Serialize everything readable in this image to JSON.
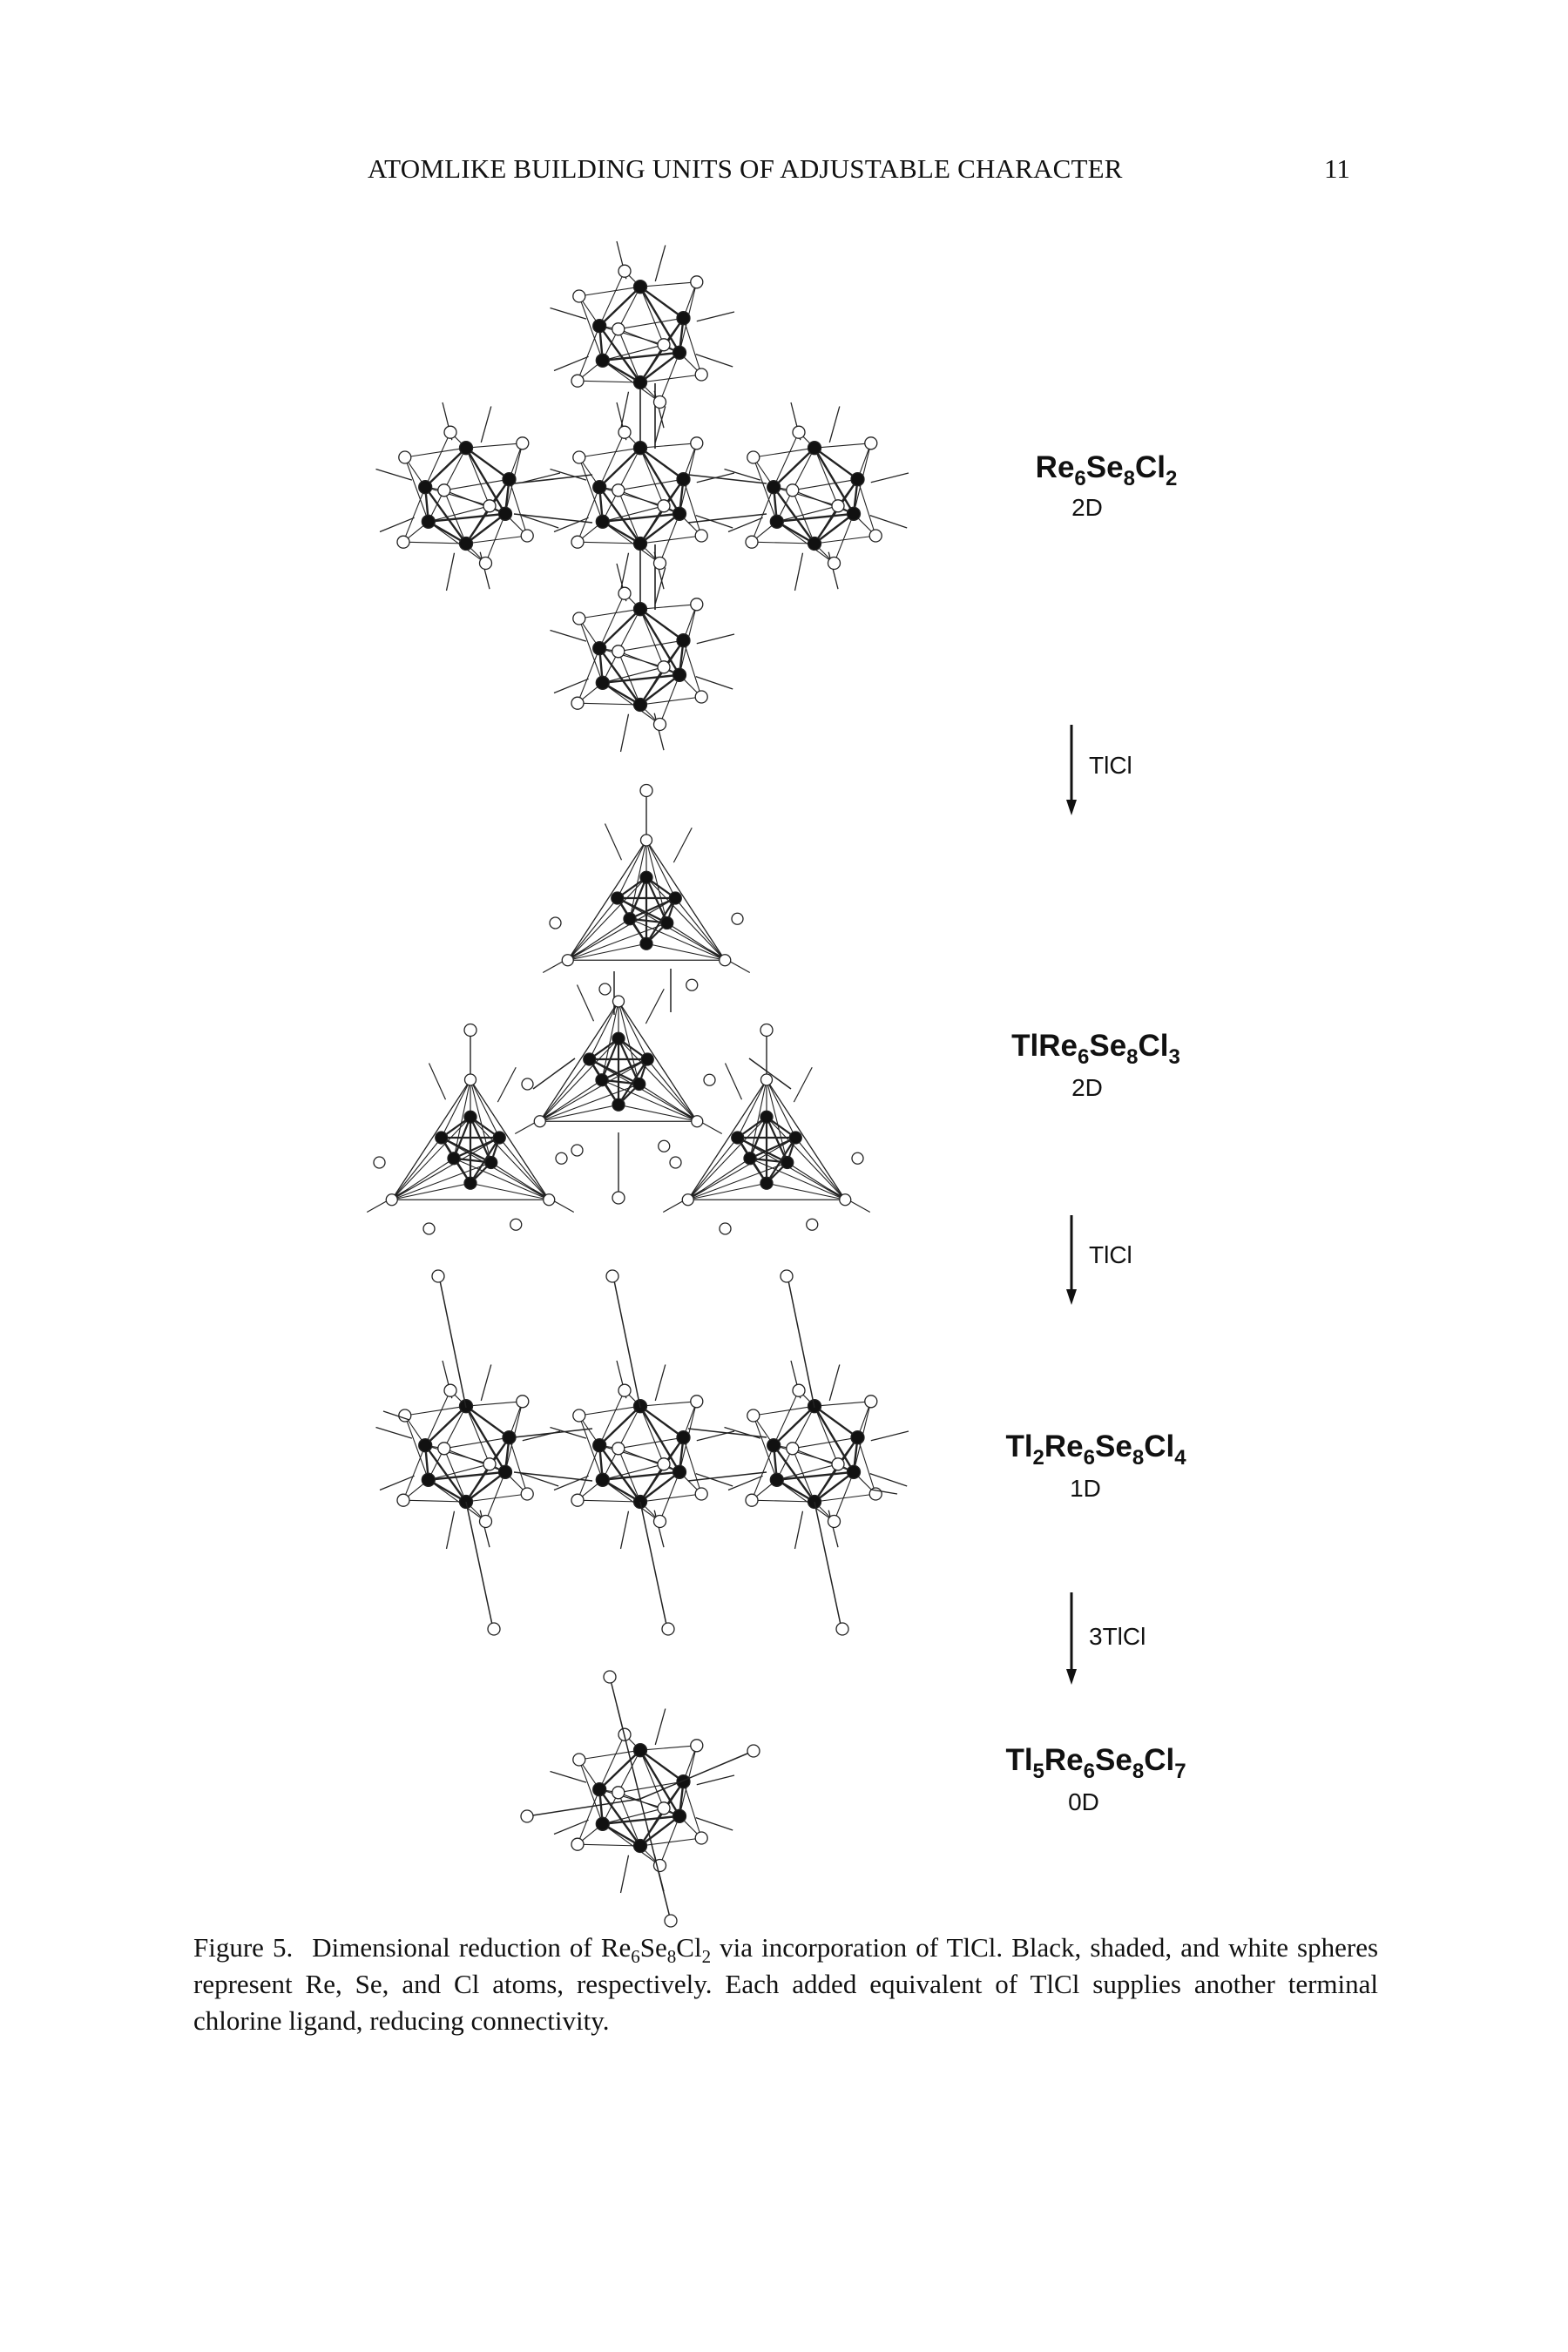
{
  "header": {
    "running_title": "ATOMLIKE BUILDING UNITS OF ADJUSTABLE CHARACTER",
    "page_number": "11"
  },
  "figure": {
    "compounds": [
      {
        "formula_parts": [
          "Re",
          "6",
          "Se",
          "8",
          "Cl",
          "2"
        ],
        "dimensionality": "2D"
      },
      {
        "formula_parts": [
          "TlRe",
          "6",
          "Se",
          "8",
          "Cl",
          "3"
        ],
        "dimensionality": "2D"
      },
      {
        "formula_parts": [
          "Tl",
          "2",
          "Re",
          "6",
          "Se",
          "8",
          "Cl",
          "4"
        ],
        "dimensionality": "1D"
      },
      {
        "formula_parts": [
          "Tl",
          "5",
          "Re",
          "6",
          "Se",
          "8",
          "Cl",
          "7"
        ],
        "dimensionality": "0D"
      }
    ],
    "arrows": [
      {
        "reagent": "TlCl"
      },
      {
        "reagent": "TlCl"
      },
      {
        "reagent": "3TlCl"
      }
    ]
  },
  "caption": {
    "label": "Figure 5.",
    "text_1": "Dimensional reduction of Re",
    "sub_1": "6",
    "text_2": "Se",
    "sub_2": "8",
    "text_3": "Cl",
    "sub_3": "2",
    "text_4": " via incorporation of TlCl. Black, shaded, and white spheres represent Re, Se, and Cl atoms, respectively. Each added equivalent of TlCl supplies another terminal chlorine ligand, reducing connectivity."
  }
}
